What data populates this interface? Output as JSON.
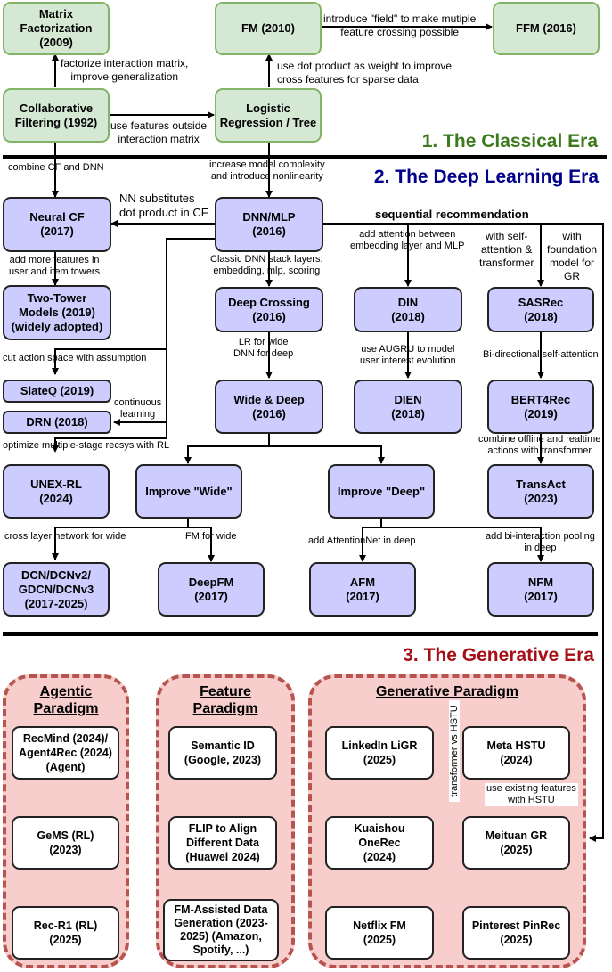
{
  "eras": {
    "classical": {
      "title": "1. The Classical Era",
      "color": "#3d7a1e"
    },
    "deep": {
      "title": "2. The Deep Learning Era",
      "color": "#00008b"
    },
    "generative": {
      "title": "3. The Generative Era",
      "color": "#a50f15"
    }
  },
  "classical": {
    "mf": "Matrix Factorization (2009)",
    "cf": "Collaborative Filtering (1992)",
    "fm": "FM (2010)",
    "lr": "Logistic Regression / Tree",
    "ffm": "FFM (2016)",
    "edge_cf_mf": "factorize interaction matrix,\nimprove generalization",
    "edge_cf_lr": "use features outside\ninteraction matrix",
    "edge_lr_fm": "use dot product as weight to improve\ncross features for sparse data",
    "edge_fm_ffm": "introduce \"field\" to make mutiple\nfeature crossing possible"
  },
  "deep": {
    "edge_cf_ncf": "combine CF and DNN",
    "edge_lr_dnn": "increase model complexity\nand introduce nonlinearity",
    "edge_dnn_ncf": "NN substitutes\ndot product in CF",
    "sequential_label": "sequential recommendation",
    "neural_cf": "Neural CF\n(2017)",
    "dnn_mlp": "DNN/MLP\n(2016)",
    "edge_ncf_tt": "add more features in\nuser and item towers",
    "two_tower": "Two-Tower\nModels (2019)\n(widely adopted)",
    "edge_dnn_dc": "Classic DNN stack layers:\nembedding, mlp, scoring",
    "deep_crossing": "Deep Crossing\n(2016)",
    "edge_seq_din": "add attention between\nembedding layer and MLP",
    "din": "DIN\n(2018)",
    "edge_seq_sas": "with self-\nattention &\ntransformer",
    "edge_seq_gr": "with\nfoundation\nmodel for\nGR",
    "sasrec": "SASRec\n(2018)",
    "edge_slateq": "cut action space with assumption",
    "slateq": "SlateQ (2019)",
    "edge_drn": "continuous\nlearning",
    "drn": "DRN (2018)",
    "edge_dc_wd": "LR for wide\nDNN for deep",
    "wide_deep": "Wide & Deep\n(2016)",
    "edge_din_dien": "use AUGRU to model\nuser interest evolution",
    "dien": "DIEN\n(2018)",
    "edge_sas_bert": "Bi-directional self-attention",
    "bert4rec": "BERT4Rec\n(2019)",
    "edge_unex": "optimize multiple-stage recsys with RL",
    "unex_rl": "UNEX-RL\n(2024)",
    "improve_wide": "Improve \"Wide\"",
    "improve_deep": "Improve \"Deep\"",
    "edge_bert_trans": "combine offline and realtime\nactions with transformer",
    "transact": "TransAct\n(2023)",
    "edge_dcn": "cross layer network for wide",
    "edge_deepfm": "FM for wide",
    "edge_afm": "add AttentionNet in deep",
    "edge_nfm": "add bi-interaction pooling\nin deep",
    "dcn": "DCN/DCNv2/\nGDCN/DCNv3\n(2017-2025)",
    "deepfm": "DeepFM\n(2017)",
    "afm": "AFM\n(2017)",
    "nfm": "NFM\n(2017)"
  },
  "generative": {
    "agentic": {
      "title": "Agentic\nParadigm",
      "items": [
        "RecMind (2024)/\nAgent4Rec (2024)\n(Agent)",
        "GeMS (RL)\n(2023)",
        "Rec-R1 (RL)\n(2025)"
      ]
    },
    "feature": {
      "title": "Feature\nParadigm",
      "items": [
        "Semantic ID\n(Google, 2023)",
        "FLIP to Align\nDifferent Data\n(Huawei 2024)",
        "FM-Assisted Data\nGeneration (2023-\n2025) (Amazon,\nSpotify, ...)"
      ]
    },
    "generative": {
      "title": "Generative Paradigm",
      "items": [
        "LinkedIn LiGR\n(2025)",
        "Meta HSTU\n(2024)",
        "Kuaishou\nOneRec\n(2024)",
        "Meituan GR\n(2025)",
        "Netflix FM\n(2025)",
        "Pinterest PinRec\n(2025)"
      ],
      "edge_hstu_ligr": "transformer vs HSTU",
      "edge_hstu_meituan": "use existing features\nwith HSTU"
    }
  }
}
